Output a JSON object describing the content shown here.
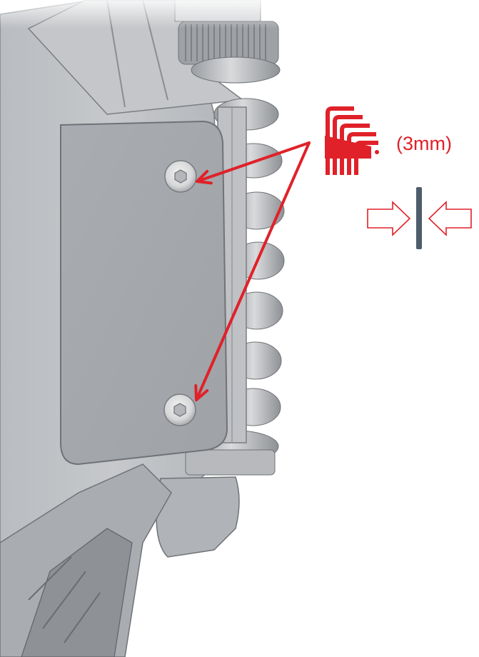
{
  "annotation": {
    "tool_size_text": "(3mm)",
    "accent_color": "#e02129",
    "tool_icon": "hex-key-set-icon",
    "action_icon": "squeeze-arrows-icon",
    "plate_color": "#4e5d6b"
  },
  "callouts": [
    {
      "name": "upper-screw",
      "icon": "socket-head-screw-icon"
    },
    {
      "name": "lower-screw",
      "icon": "socket-head-screw-icon"
    }
  ]
}
